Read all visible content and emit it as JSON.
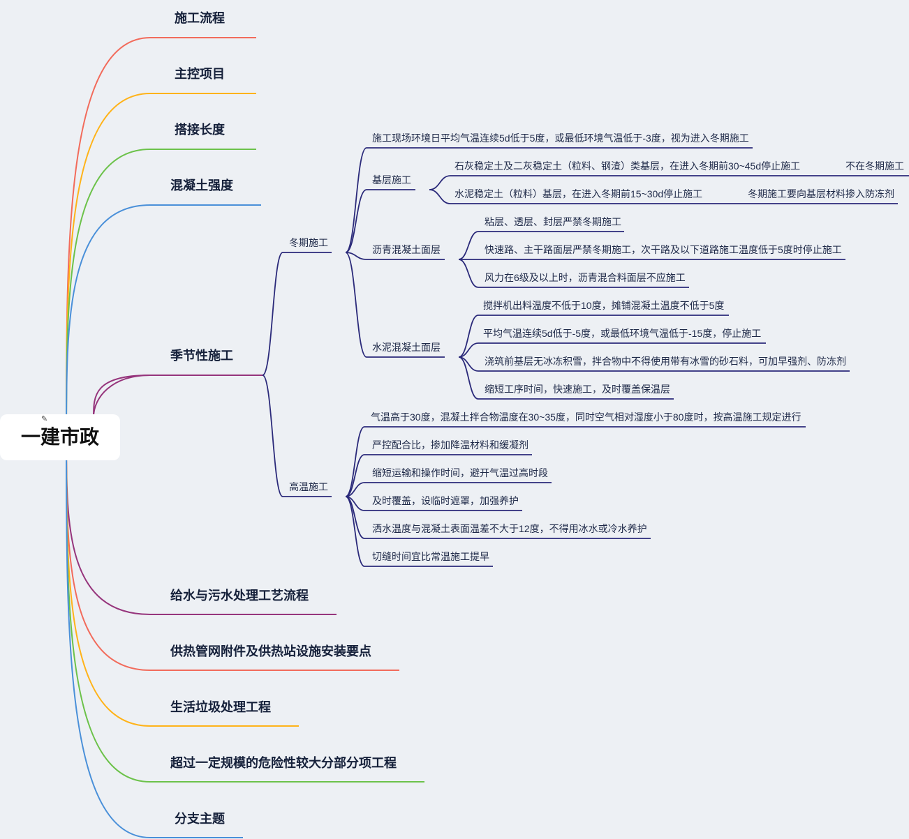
{
  "colors": {
    "red": "#f26b5b",
    "yellow": "#ffb319",
    "green": "#6cc24a",
    "blue": "#4a90d9",
    "purple": "#96357c",
    "navy": "#2b2a7a",
    "background": "#edf0f4"
  },
  "root": {
    "label": "一建市政",
    "pin_icon": "pin-icon"
  },
  "branches": [
    {
      "label": "施工流程"
    },
    {
      "label": "主控项目"
    },
    {
      "label": "搭接长度"
    },
    {
      "label": "混凝土强度"
    },
    {
      "label": "季节性施工"
    },
    {
      "label": "给水与污水处理工艺流程"
    },
    {
      "label": "供热管网附件及供热站设施安装要点"
    },
    {
      "label": "生活垃圾处理工程"
    },
    {
      "label": "超过一定规模的危险性较大分部分项工程"
    },
    {
      "label": "分支主题"
    }
  ],
  "seasonal": {
    "winter": {
      "label": "冬期施工",
      "intro": "施工现场环境日平均气温连续5d低于5度，或最低环境气温低于-3度，视为进入冬期施工",
      "base": {
        "label": "基层施工",
        "lime": "石灰稳定土及二灰稳定土（粒料、钢渣）类基层，在进入冬期前30~45d停止施工",
        "lime_note": "不在冬期施工",
        "cement": "水泥稳定土（粒料）基层，在进入冬期前15~30d停止施工",
        "cement_note": "冬期施工要向基层材料掺入防冻剂"
      },
      "asphalt": {
        "label": "沥青混凝土面层",
        "items": [
          "粘层、透层、封层严禁冬期施工",
          "快速路、主干路面层严禁冬期施工，次干路及以下道路施工温度低于5度时停止施工",
          "风力在6级及以上时，沥青混合料面层不应施工"
        ]
      },
      "cement_concrete": {
        "label": "水泥混凝土面层",
        "items": [
          "搅拌机出料温度不低于10度，摊铺混凝土温度不低于5度",
          "平均气温连续5d低于-5度，或最低环境气温低于-15度，停止施工",
          "浇筑前基层无冰冻积雪，拌合物中不得使用带有冰雪的砂石料，可加早强剂、防冻剂",
          "缩短工序时间，快速施工，及时覆盖保温层"
        ]
      }
    },
    "summer": {
      "label": "高温施工",
      "items": [
        "气温高于30度，混凝土拌合物温度在30~35度，同时空气相对湿度小于80度时，按高温施工规定进行",
        "严控配合比，掺加降温材料和缓凝剂",
        "缩短运输和操作时间，避开气温过高时段",
        "及时覆盖，设临时遮罩，加强养护",
        "洒水温度与混凝土表面温差不大于12度，不得用冰水或冷水养护",
        "切缝时间宜比常温施工提早"
      ]
    }
  }
}
